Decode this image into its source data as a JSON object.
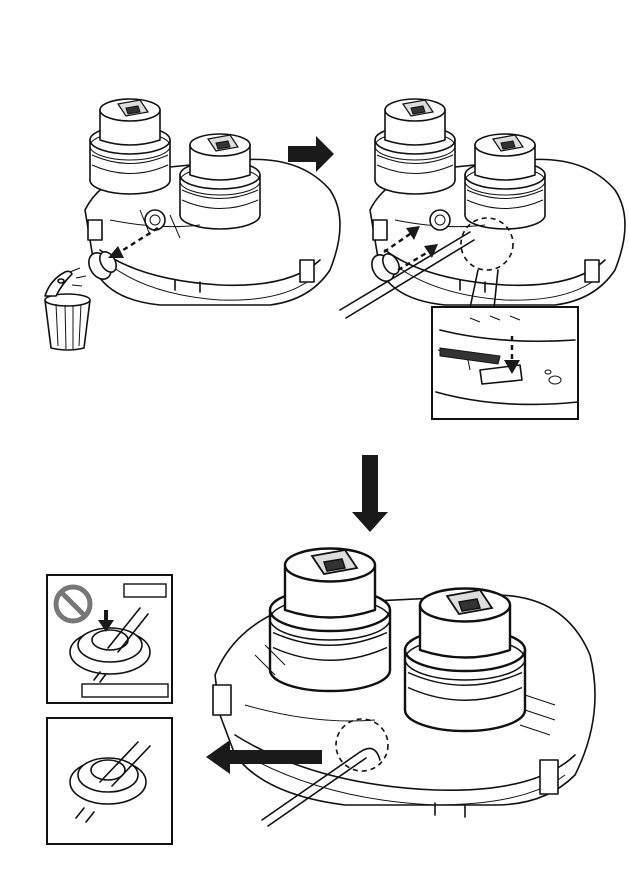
{
  "figure": {
    "panels": [
      {
        "id": "step-1",
        "action": "remove-rubber-cap-and-discard"
      },
      {
        "id": "step-2",
        "action": "insert-cable-through-grommet"
      },
      {
        "id": "step-2-detail",
        "action": "push-cable-down"
      },
      {
        "id": "step-3",
        "action": "pull-cable-out"
      },
      {
        "id": "check-incorrect",
        "verdict": "not-allowed"
      },
      {
        "id": "check-correct",
        "verdict": "ok"
      }
    ],
    "icons": [
      "trash-can-icon",
      "prohibited-icon",
      "arrow-right-icon",
      "arrow-down-icon",
      "arrow-left-icon"
    ],
    "colors": {
      "line": "#111111",
      "fill": "#ffffff",
      "shade": "#dddddd"
    }
  }
}
